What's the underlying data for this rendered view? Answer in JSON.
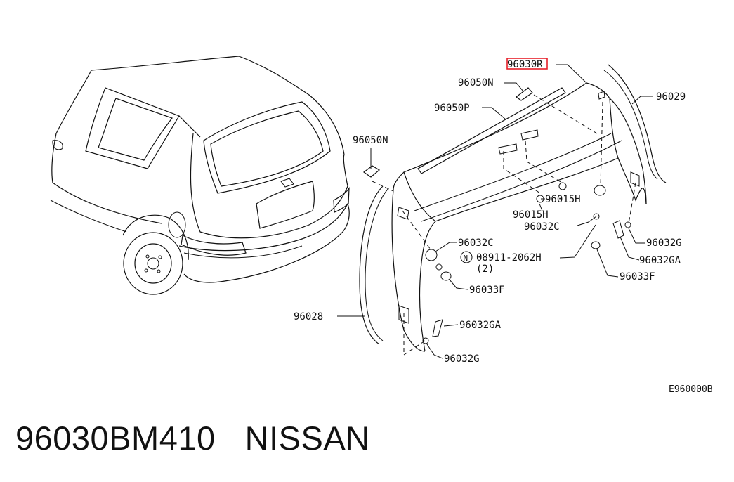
{
  "labels": {
    "l96030r": "96030R",
    "l96029": "96029",
    "l96050n_top": "96050N",
    "l96050p": "96050P",
    "l96050n_left": "96050N",
    "l96015h_a": "96015H",
    "l96015h_b": "96015H",
    "l96032c_a": "96032C",
    "l96032c_b": "96032C",
    "l08911": "08911-2062H",
    "l08911_n": "N",
    "l08911_qty": "(2)",
    "l96032g_a": "96032G",
    "l96032ga_a": "96032GA",
    "l96033f_a": "96033F",
    "l96033f_b": "96033F",
    "l96028": "96028",
    "l96032ga_b": "96032GA",
    "l96032g_b": "96032G",
    "ref_code": "E960000B"
  },
  "caption": {
    "part_number": "96030BM410",
    "brand": "NISSAN"
  },
  "colors": {
    "highlight": "#e8202a",
    "ink": "#111111"
  }
}
